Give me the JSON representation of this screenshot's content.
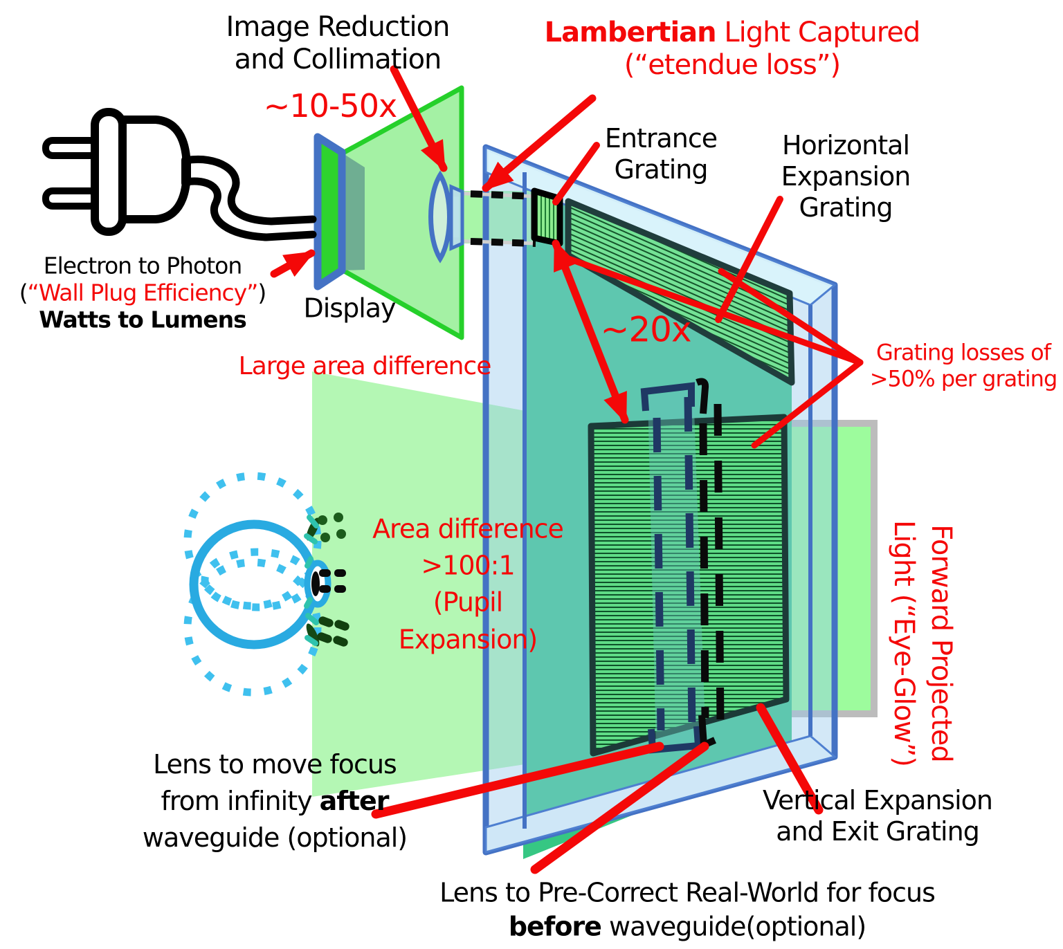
{
  "diagram_title": "AR waveguide display efficiency-loss diagram",
  "colors": {
    "accent_red": "#f40808",
    "waveguide_blue": "#4472c4",
    "display_green": "#2ed32e",
    "pale_projection_green": "#b4f7b4",
    "grating_green": "#5fdc86",
    "eye_blue": "#29aae1",
    "eyeglow_border_gray": "#bcbcbc"
  },
  "icons": {
    "plug": "power-plug-icon",
    "eye": "eye-icon",
    "lens": "collimation-lens-icon"
  },
  "labels": {
    "image_reduction": {
      "line1": "Image Reduction",
      "line2": "and Collimation"
    },
    "reduction_factor": "~10-50x",
    "lambertian": {
      "bold": "Lambertian",
      "rest": " Light Captured",
      "sub": "(“etendue loss”)"
    },
    "entrance_grating": {
      "line1": "Entrance",
      "line2": "Grating"
    },
    "horizontal_grating": {
      "line1": "Horizontal",
      "line2": "Expansion",
      "line3": "Grating"
    },
    "electron_photon": {
      "line1": "Electron to Photon",
      "paren_open": "(",
      "wall_plug": "“Wall Plug Efficiency”",
      "paren_close": ")",
      "line3": "Watts to Lumens"
    },
    "display": "Display",
    "large_area": "Large area difference",
    "expansion_factor": "~20x",
    "grating_losses": {
      "line1": "Grating losses of",
      "line2": ">50% per grating"
    },
    "area_difference": {
      "line1": "Area difference",
      "line2": ">100:1",
      "line3": "(Pupil",
      "line4": "Expansion)"
    },
    "forward_projected": {
      "line1": "Forward Projected",
      "line2": "Light (“Eye-Glow”)"
    },
    "lens_after": {
      "line1": "Lens to move focus",
      "line2_pre": "from infinity ",
      "line2_bold": "after",
      "line3": "waveguide (optional)"
    },
    "vertical_grating": {
      "line1": "Vertical Expansion",
      "line2": "and Exit Grating"
    },
    "lens_before": {
      "line1": "Lens to Pre-Correct Real-World for focus",
      "line2_bold": "before",
      "line2_rest": " waveguide(optional)"
    }
  }
}
